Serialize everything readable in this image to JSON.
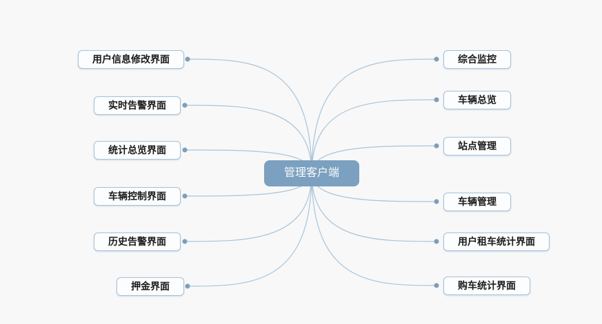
{
  "diagram": {
    "title": "管理客户端 mind map",
    "colors": {
      "background": "#f8f8f8",
      "center_fill": "#7ca0bf",
      "center_text": "#f7fafc",
      "node_fill": "#fcfdfe",
      "node_border": "#a6c1d8",
      "node_text": "#1a1a1a",
      "line": "#a9c3d8",
      "dot": "#7e9db9"
    },
    "center": {
      "label": "管理客户端"
    },
    "left_nodes": [
      {
        "label": "用户信息修改界面"
      },
      {
        "label": "实时告警界面"
      },
      {
        "label": "统计总览界面"
      },
      {
        "label": "车辆控制界面"
      },
      {
        "label": "历史告警界面"
      },
      {
        "label": "押金界面"
      }
    ],
    "right_nodes": [
      {
        "label": "综合监控"
      },
      {
        "label": "车辆总览"
      },
      {
        "label": "站点管理"
      },
      {
        "label": "车辆管理"
      },
      {
        "label": "用户租车统计界面"
      },
      {
        "label": "购车统计界面"
      }
    ]
  }
}
